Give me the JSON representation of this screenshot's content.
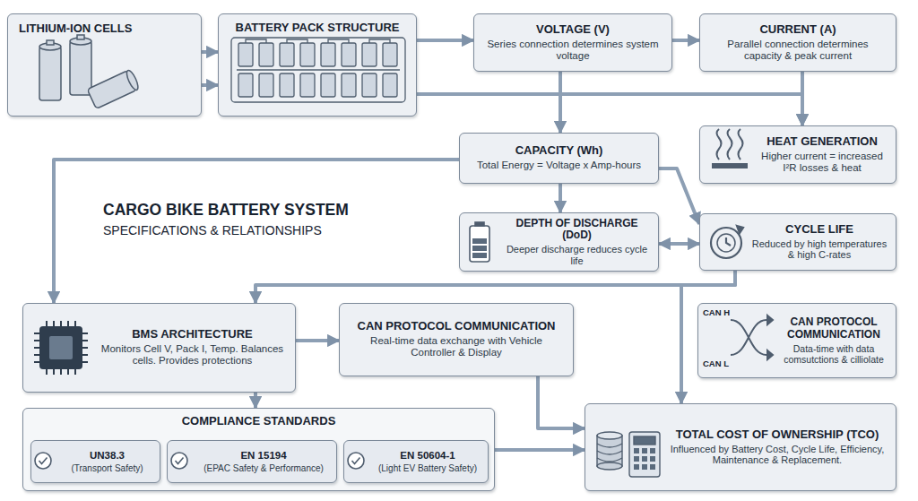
{
  "diagram": {
    "title": "CARGO BIKE BATTERY SYSTEM",
    "nodes": [
      {
        "text": [
          "LITHIUM-ION CELLS"
        ]
      },
      {
        "text": [
          "BATTERY PACK STRUCTURE"
        ]
      },
      {
        "text": [
          "VOLTAGE (V)",
          "Series connection determines system voltage"
        ]
      },
      {
        "text": [
          "CURRENT (A)",
          "Parallel connection determines capacity & peak current"
        ]
      },
      {
        "text": [
          "CAPACITY (Wh)",
          "Total Energy = Voltage x Amp-hours"
        ]
      },
      {
        "text": [
          "HEAT GENERATION",
          "Higher current = increased I²R losses & heat"
        ]
      },
      {
        "text": [
          "DEPTH OF DISCHARGE (DoD)",
          "Deeper discharge reduces cycle life"
        ]
      },
      {
        "text": [
          "CYCLE LIFE",
          "Reduced by high temperatures & high C-rates"
        ]
      },
      {
        "text": [
          "BMS ARCHITECTURE",
          "Monitors Cell V, Pack I, Temp. Balances cells. Provides protections"
        ]
      },
      {
        "text": [
          "CAN PROTOCOL COMMUNICATION",
          "Real-time data exchange with Vehicle Controller & Display"
        ]
      },
      {
        "text": [
          "CAN PROTOCOL COMMUNICATION",
          "Data-time with data comsutctions & cilliolate"
        ]
      },
      {
        "text": [
          "COMPLIANCE STANDARDS"
        ]
      },
      {
        "text": [
          "UN38.3",
          "(Transport Safety)"
        ],
        "in": 11
      },
      {
        "text": [
          "EN 15194",
          "(EPAC Safety & Performance)"
        ],
        "in": 11
      },
      {
        "text": [
          "EN 50604-1",
          "(Light EV Battery Safety)"
        ],
        "in": 11
      },
      {
        "text": [
          "TOTAL COST OF OWNERSHIP (TCO)",
          "Influenced by Battery Cost, Cycle Life, Efficiency, Maintenance & Replacement."
        ]
      }
    ],
    "edges": [
      {
        "from": 0,
        "to": 1,
        "arrow": "to"
      },
      {
        "from": 0,
        "to": 1,
        "arrow": "to"
      },
      {
        "from": 1,
        "to": 2,
        "arrow": "to"
      },
      {
        "from": 1,
        "to": 5,
        "arrow": "to"
      },
      {
        "from": 2,
        "to": 3,
        "arrow": "to"
      },
      {
        "from": 2,
        "to": 4,
        "arrow": "to"
      },
      {
        "from": 3,
        "to": 5,
        "arrow": "to"
      },
      {
        "from": 4,
        "to": 6,
        "arrow": "to"
      },
      {
        "from": 4,
        "to": 7,
        "arrow": "to"
      },
      {
        "from": 6,
        "to": 7,
        "arrow": "both"
      },
      {
        "from": 4,
        "to": 8,
        "arrow": "to"
      },
      {
        "from": 7,
        "to": 8,
        "arrow": "to"
      },
      {
        "from": 8,
        "to": 9,
        "arrow": "to"
      },
      {
        "from": 8,
        "to": 11,
        "arrow": "to"
      },
      {
        "from": 9,
        "to": 15,
        "arrow": "to"
      },
      {
        "from": 7,
        "to": 15,
        "arrow": "to"
      },
      {
        "from": 11,
        "to": 15,
        "arrow": "to"
      }
    ],
    "labels": [
      "SPECIFICATIONS & RELATIONSHIPS",
      "CAN H",
      "CAN L"
    ]
  }
}
